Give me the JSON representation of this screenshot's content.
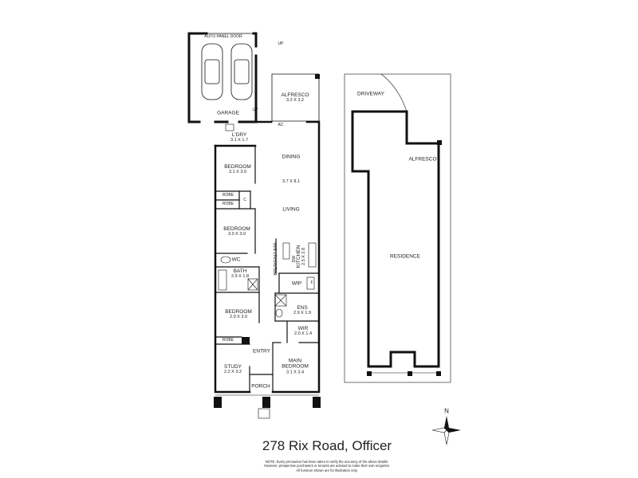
{
  "title": "278 Rix Road, Officer",
  "note": [
    "NOTE: Every precaution has been taken to verify the accuracy of the above details.",
    "However, prospective purchasers or tenants are advised to make their own enquiries.",
    "All furniture shown are for illustration only."
  ],
  "floorplan": {
    "auto_panel_door": "AUTO PANEL DOOR",
    "up1": "UP",
    "up2": "UP",
    "ac": "AC",
    "rooms": {
      "garage": {
        "name": "GARAGE"
      },
      "alfresco": {
        "name": "ALFRESCO",
        "dims": "3.2 X 3.2"
      },
      "laundry": {
        "name": "L'DRY",
        "dims": "3.1 X 1.7"
      },
      "dining": {
        "name": "DINING"
      },
      "dining_living_dims": "3.7 X 8.1",
      "living": {
        "name": "LIVING"
      },
      "bedroom1": {
        "name": "BEDROOM",
        "dims": "3.1 X 3.0"
      },
      "robe1": {
        "name": "ROBE"
      },
      "robe2": {
        "name": "ROBE"
      },
      "cupboard": {
        "name": "C"
      },
      "bedroom2": {
        "name": "BEDROOM",
        "dims": "3.0 X 3.0"
      },
      "wc": {
        "name": "WC"
      },
      "bath": {
        "name": "BATH",
        "dims": "2.9 X 1.8"
      },
      "breakfast_bar": {
        "name": "BREAKFAST BAR"
      },
      "dw": {
        "name": "DW"
      },
      "kitchen": {
        "name": "KITCHEN",
        "dims": "2.5 X 2.8"
      },
      "wip": {
        "name": "WIP"
      },
      "fridge": {
        "name": "F"
      },
      "ensuite": {
        "name": "ENS",
        "dims": "2.9 X 1.9"
      },
      "bedroom3": {
        "name": "BEDROOM",
        "dims": "2.9 X 3.0"
      },
      "wir": {
        "name": "WIR",
        "dims": "2.0 X 1.4"
      },
      "robe3": {
        "name": "ROBE"
      },
      "entry": {
        "name": "ENTRY"
      },
      "study": {
        "name": "STUDY",
        "dims": "2.2 X 3.2"
      },
      "main_bedroom": {
        "name": "MAIN BEDROOM",
        "dims": "3.1 X 3.4"
      },
      "porch": {
        "name": "PORCH"
      }
    }
  },
  "siteplan": {
    "driveway": "DRIVEWAY",
    "alfresco": "ALFRESCO",
    "residence": "RESIDENCE"
  },
  "compass": {
    "north": "N"
  }
}
